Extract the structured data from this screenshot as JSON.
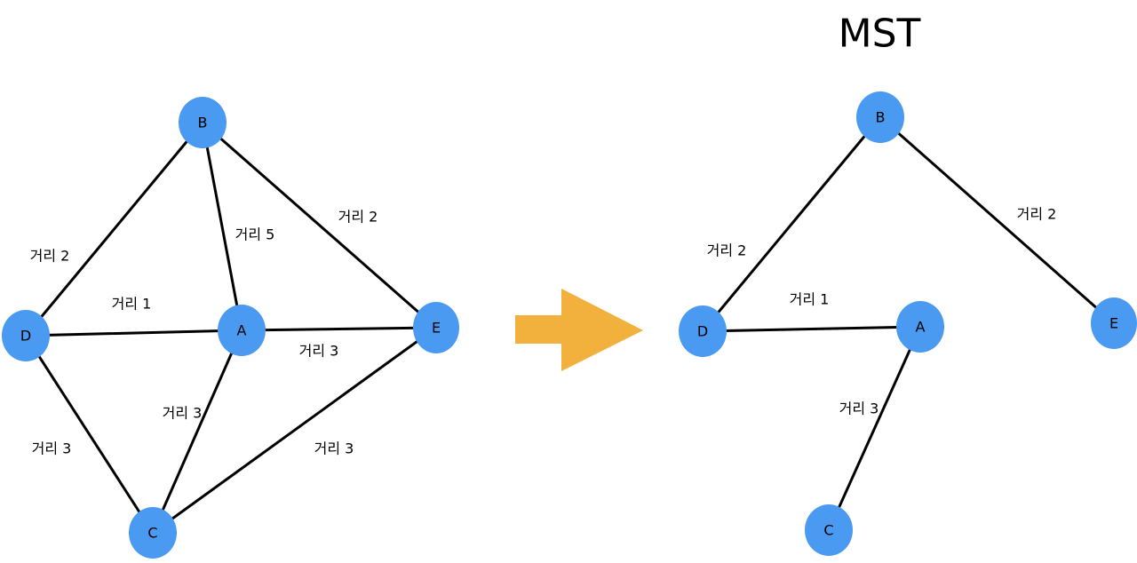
{
  "colors": {
    "node": "#4a9af1",
    "edge": "#000000",
    "arrow": "#f2b13c"
  },
  "left_graph": {
    "nodes": [
      {
        "id": "B",
        "label": "B"
      },
      {
        "id": "D",
        "label": "D"
      },
      {
        "id": "A",
        "label": "A"
      },
      {
        "id": "E",
        "label": "E"
      },
      {
        "id": "C",
        "label": "C"
      }
    ],
    "edges": [
      {
        "id": "BD",
        "from": "B",
        "to": "D",
        "label": "거리 2"
      },
      {
        "id": "BA",
        "from": "B",
        "to": "A",
        "label": "거리 5"
      },
      {
        "id": "BE",
        "from": "B",
        "to": "E",
        "label": "거리 2"
      },
      {
        "id": "DA",
        "from": "D",
        "to": "A",
        "label": "거리 1"
      },
      {
        "id": "AE",
        "from": "A",
        "to": "E",
        "label": "거리 3"
      },
      {
        "id": "AC",
        "from": "A",
        "to": "C",
        "label": "거리 3"
      },
      {
        "id": "DC",
        "from": "D",
        "to": "C",
        "label": "거리 3"
      },
      {
        "id": "CE",
        "from": "C",
        "to": "E",
        "label": "거리 3"
      }
    ]
  },
  "mst_graph": {
    "title": "MST",
    "nodes": [
      {
        "id": "B",
        "label": "B"
      },
      {
        "id": "D",
        "label": "D"
      },
      {
        "id": "A",
        "label": "A"
      },
      {
        "id": "E",
        "label": "E"
      },
      {
        "id": "C",
        "label": "C"
      }
    ],
    "edges": [
      {
        "id": "BD",
        "from": "B",
        "to": "D",
        "label": "거리 2"
      },
      {
        "id": "BE",
        "from": "B",
        "to": "E",
        "label": "거리 2"
      },
      {
        "id": "DA",
        "from": "D",
        "to": "A",
        "label": "거리 1"
      },
      {
        "id": "AC",
        "from": "A",
        "to": "C",
        "label": "거리 3"
      }
    ]
  }
}
